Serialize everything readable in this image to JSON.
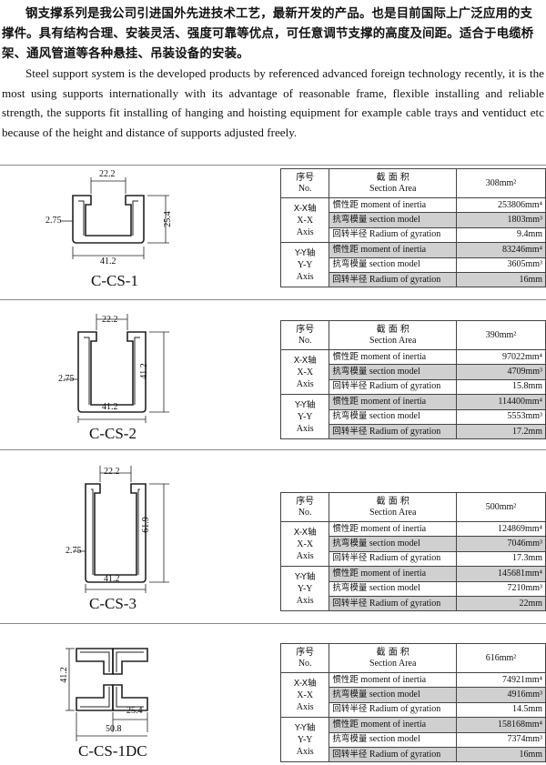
{
  "intro": {
    "cn": "钢支撑系列是我公司引进国外先进技术工艺，最新开发的产品。也是目前国际上广泛应用的支撑件。具有结构合理、安装灵活、强度可靠等优点，可任意调节支撑的高度及间距。适合于电缆桥架、通风管道等各种悬挂、吊装设备的安装。",
    "en": "Steel support system is the developed products by referenced advanced foreign technology recently, it is the most using supports internationally with its advantage of reasonable frame, flexible installing and reliable strength, the supports fit installing of hanging and hoisting equipment for example cable trays and ventiduct etc because of the height and distance of supports adjusted freely."
  },
  "table_header": {
    "no_cn": "序号",
    "no_en": "No.",
    "area_cn": "截 面 积",
    "area_en": "Section Area"
  },
  "axes": {
    "xx": {
      "cn": "X-X轴",
      "en": "X-X",
      "label": "Axis"
    },
    "yy": {
      "cn": "Y-Y轴",
      "en": "Y-Y",
      "label": "Axis"
    }
  },
  "props": {
    "inertia": {
      "cn": "惯性距",
      "en": "moment of inertia"
    },
    "modulus": {
      "cn": "抗弯模量",
      "en": "section model"
    },
    "radius": {
      "cn": "回转半径",
      "en": "Radium of gyration"
    }
  },
  "profiles": [
    {
      "name": "C-CS-1",
      "dims": {
        "top": "22.2",
        "height": "25.4",
        "thickness": "2.75",
        "width": "41.2"
      },
      "area": "308mm²",
      "xx": {
        "inertia": "253806mm⁴",
        "modulus": "1803mm³",
        "radius": "9.4mm"
      },
      "yy": {
        "inertia": "83246mm⁴",
        "modulus": "3605mm³",
        "radius": "16mm"
      }
    },
    {
      "name": "C-CS-2",
      "dims": {
        "top": "22.2",
        "height": "41.2",
        "thickness": "2.75",
        "width": "41.2"
      },
      "area": "390mm²",
      "xx": {
        "inertia": "97022mm⁴",
        "modulus": "4709mm³",
        "radius": "15.8mm"
      },
      "yy": {
        "inertia": "114400mm⁴",
        "modulus": "5553mm³",
        "radius": "17.2mm"
      }
    },
    {
      "name": "C-CS-3",
      "dims": {
        "top": "22.2",
        "height": "61.9",
        "thickness": "2.75",
        "width": "41.2"
      },
      "area": "500mm²",
      "xx": {
        "inertia": "124869mm⁴",
        "modulus": "7046mm³",
        "radius": "17.3mm"
      },
      "yy": {
        "inertia": "145681mm⁴",
        "modulus": "7210mm³",
        "radius": "22mm"
      }
    },
    {
      "name": "C-CS-1DC",
      "dims": {
        "height": "41.2",
        "half_width": "25.4",
        "width": "50.8"
      },
      "area": "616mm²",
      "xx": {
        "inertia": "74921mm⁴",
        "modulus": "4916mm³",
        "radius": "14.5mm"
      },
      "yy": {
        "inertia": "158168mm⁴",
        "modulus": "7374mm³",
        "radius": "16mm"
      }
    }
  ]
}
